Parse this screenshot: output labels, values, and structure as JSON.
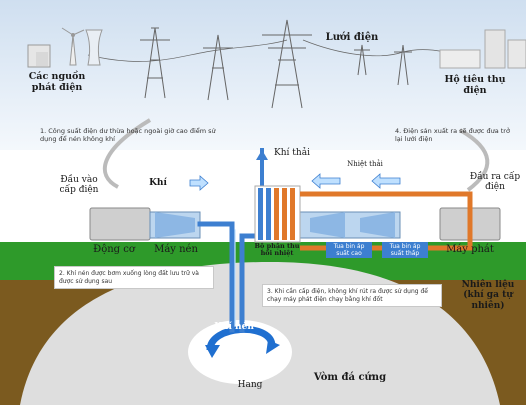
{
  "title": "Lưới điện",
  "labels": {
    "sources": "Các nguồn phát điện",
    "consumers": "Hộ tiêu thụ điện",
    "input": "Đầu vào cấp điện",
    "output": "Đầu ra cấp điện",
    "air": "Khí",
    "exhaust": "Khí thải",
    "waste_heat": "Nhiệt thải",
    "motor": "Động cơ",
    "compressor": "Máy nén",
    "generator": "Máy phát",
    "recuperator": "Bộ phận thu hồi nhiệt",
    "turbine_hp": "Tua bin áp suất cao",
    "turbine_lp": "Tua bin áp suất thấp",
    "fuel": "Nhiên liệu (khí ga tự nhiên)",
    "compressed_air": "Khí nén",
    "cavern": "Hang",
    "bedrock": "Vòm đá cứng"
  },
  "notes": {
    "n1": "1. Công suất điện dư thừa hoặc ngoài giờ cao điểm sử dụng để nén không khí",
    "n2": "2. Khí nén được bơm xuống lòng đất lưu trữ và được sử dụng sau",
    "n3": "3. Khi cần cấp điện, không khí rút ra được sử dụng để chạy máy phát điện chạy bằng khí đốt",
    "n4": "4. Điện sản xuất ra sẽ được đưa trở lại lưới điện"
  },
  "colors": {
    "sky": "#dfeaf6",
    "grass": "#2e9a2a",
    "soil": "#7a5a1e",
    "rock": "#d9d9d9",
    "blue": "#3d7fd0",
    "orange": "#e0782a"
  }
}
